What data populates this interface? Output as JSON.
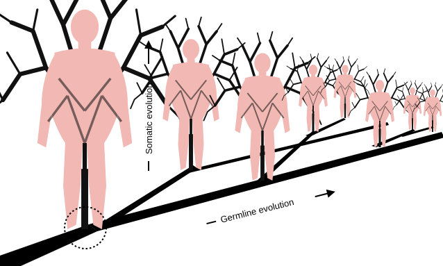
{
  "figure": {
    "labels": {
      "somatic": "Somatic evolution",
      "germline": "Germline evolution"
    },
    "colors": {
      "background": "#ffffff",
      "body": "#f2b8b3",
      "trunk": "#000000",
      "tree": "#111111",
      "highlight_circle": "#000000"
    },
    "organisms": [
      {
        "id": "organism-1"
      },
      {
        "id": "organism-2"
      },
      {
        "id": "organism-3"
      },
      {
        "id": "organism-4"
      },
      {
        "id": "organism-5"
      },
      {
        "id": "organism-6"
      },
      {
        "id": "organism-7"
      },
      {
        "id": "organism-8"
      }
    ]
  }
}
